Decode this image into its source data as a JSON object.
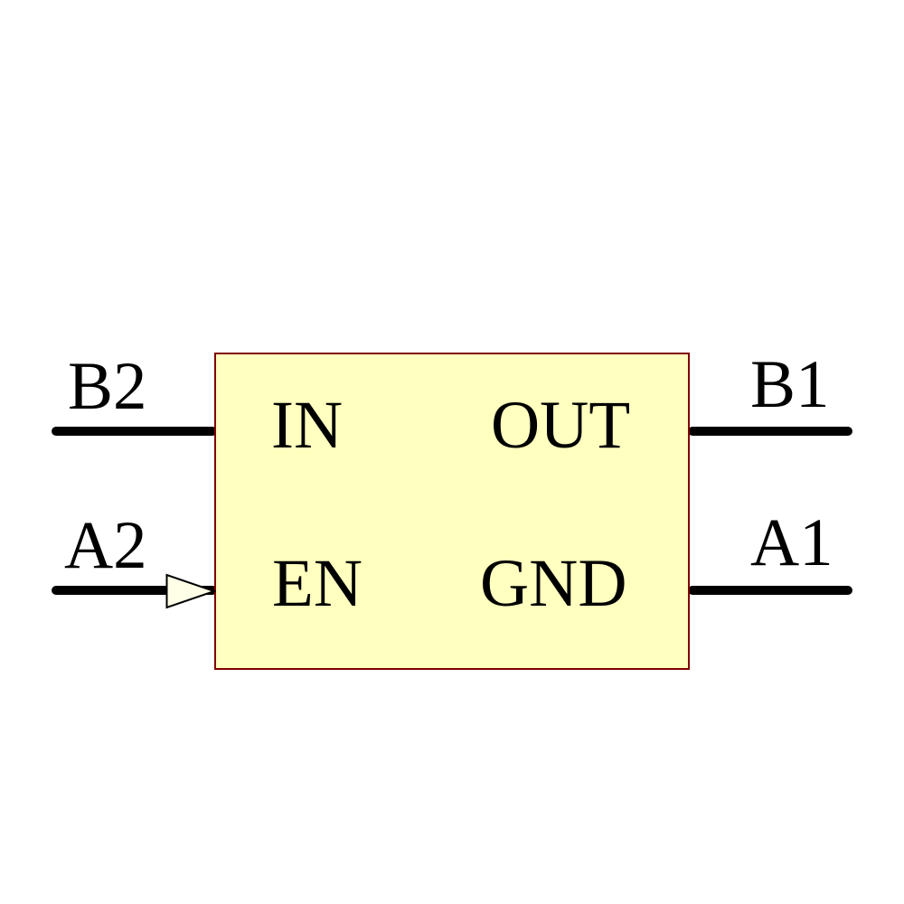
{
  "symbol": {
    "type": "schematic-component-symbol",
    "body": {
      "fill_color": "#FFFFC0",
      "border_color": "#800000"
    },
    "pins": {
      "in": {
        "label": "IN",
        "side": "left",
        "row": "top",
        "net": "B2"
      },
      "en": {
        "label": "EN",
        "side": "left",
        "row": "bottom",
        "net": "A2",
        "decoration": "input-triangle-icon"
      },
      "out": {
        "label": "OUT",
        "side": "right",
        "row": "top",
        "net": "B1"
      },
      "gnd": {
        "label": "GND",
        "side": "right",
        "row": "bottom",
        "net": "A1"
      }
    },
    "nets": {
      "b2": {
        "label": "B2"
      },
      "a2": {
        "label": "A2"
      },
      "b1": {
        "label": "B1"
      },
      "a1": {
        "label": "A1"
      }
    },
    "colors": {
      "wire": "#000000",
      "text": "#000000",
      "arrow_fill": "#FFFFE8",
      "arrow_stroke": "#000000",
      "background": "#FFFFFF"
    }
  }
}
